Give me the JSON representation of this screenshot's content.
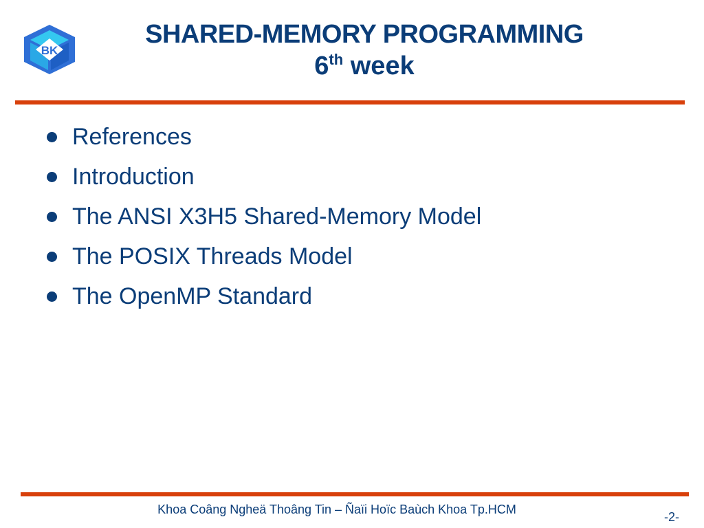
{
  "slide": {
    "title_line1": "SHARED-MEMORY PROGRAMMING",
    "title_week_number": "6",
    "title_week_superscript": "th",
    "title_week_word": "week",
    "logo_text": "BK",
    "bullets": [
      "References",
      "Introduction",
      "The ANSI X3H5 Shared-Memory Model",
      "The POSIX Threads Model",
      "The OpenMP Standard"
    ],
    "footer_text": "Khoa Coâng Ngheä Thoâng Tin – Ñaïi Hoïc Baùch Khoa Tp.HCM",
    "page_number": "-2-"
  },
  "colors": {
    "text": "#0b3d78",
    "rule": "#d8400b",
    "logo_blue": "#2f6fd6",
    "logo_cyan": "#34c8f0"
  },
  "icons": {
    "logo": "university-hexagon-logo-icon",
    "bullet": "filled-circle-bullet-icon"
  }
}
